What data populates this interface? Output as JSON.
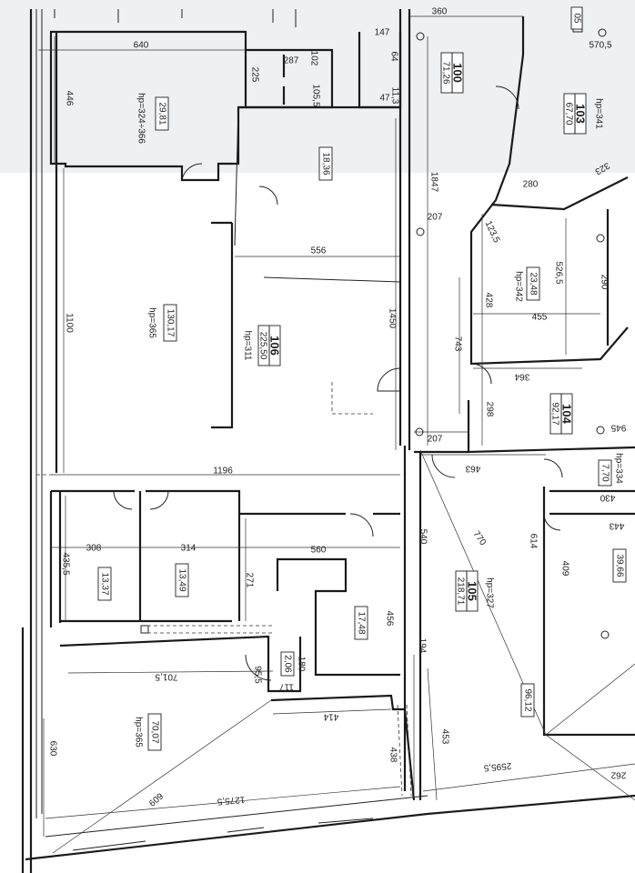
{
  "plan": {
    "rooms": [
      {
        "number": "100",
        "area": "71,26"
      },
      {
        "number": "103",
        "area": "67,70",
        "height": "hp=341"
      },
      {
        "number": "106",
        "area": "225,50",
        "height": "hp=311"
      },
      {
        "number": "104",
        "area": "92,17"
      },
      {
        "number": "105",
        "area": "218,71",
        "height": "hp=327"
      }
    ],
    "area_labels": {
      "a2981": "29,81",
      "a1836": "18,36",
      "a2348": "23,48",
      "a13017": "130,17",
      "a770": "7,70",
      "a3966": "39,66",
      "a1337": "13,37",
      "a1349": "13,49",
      "a1748": "17,48",
      "a206": "2,06",
      "a9612": "96,12",
      "a7007": "70,07"
    },
    "heights": {
      "h1": "hp=324÷366",
      "h2": "hp=342",
      "h3": "hp=365",
      "h4": "hp=334",
      "h5": "hp=365"
    },
    "dimensions": {
      "d360": "360",
      "d5705": "570,5",
      "d05": "05",
      "d640": "640",
      "d147a": "147",
      "d287": "287",
      "d102": "102",
      "d225": "225",
      "d1055": "105,5",
      "d64": "64",
      "d113": "11,3",
      "d47": "47",
      "d446": "446",
      "d1847": "1847",
      "d280": "280",
      "d323": "323",
      "d207a": "207",
      "d1235": "123,5",
      "d556": "556",
      "d5265": "526,5",
      "d290": "290",
      "d428": "428",
      "d455": "455",
      "d1100": "1100",
      "d1450": "1450",
      "d743": "743",
      "d364": "364",
      "d298": "298",
      "d945": "945",
      "d207b": "207",
      "d463": "463",
      "d1196": "1196",
      "d430": "430",
      "d443": "443",
      "d540": "540",
      "d770": "770",
      "d614": "614",
      "d409": "409",
      "d308": "308",
      "d314": "314",
      "d560": "560",
      "d4355": "435,5",
      "d271": "271",
      "d456": "456",
      "d194": "194",
      "d180": "180",
      "d955": "95,5",
      "d117": "117",
      "d7015": "701,5",
      "d414": "414",
      "d453": "453",
      "d630": "630",
      "d438": "438",
      "d609": "609",
      "d25955": "2595,5",
      "d262": "262",
      "d12755": "1275,5"
    }
  }
}
